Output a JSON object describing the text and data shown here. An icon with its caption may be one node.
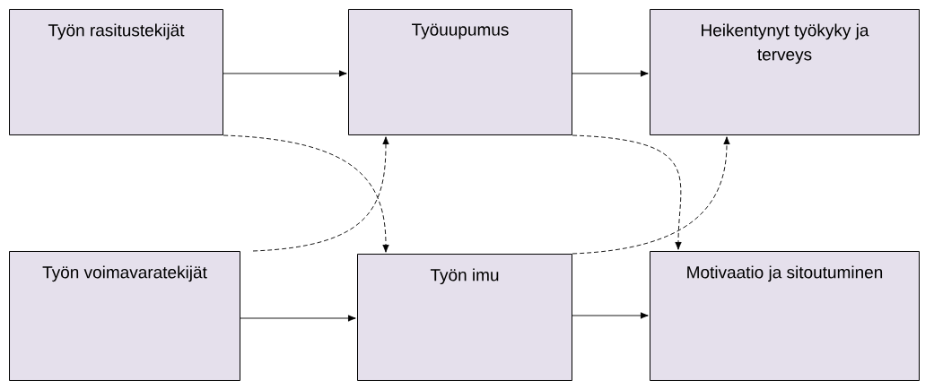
{
  "diagram": {
    "nodes": [
      {
        "text": [
          "Työn rasitustekijät"
        ]
      },
      {
        "text": [
          "Työuupumus"
        ]
      },
      {
        "text": [
          "Heikentynyt työkyky ja terveys"
        ]
      },
      {
        "text": [
          "Työn voimavaratekijät"
        ]
      },
      {
        "text": [
          "Työn imu"
        ]
      },
      {
        "text": [
          "Motivaatio ja sitoutuminen"
        ]
      }
    ],
    "edges": [
      {
        "from": 0,
        "to": 1,
        "arrow": "to"
      },
      {
        "from": 1,
        "to": 2,
        "arrow": "to"
      },
      {
        "from": 3,
        "to": 4,
        "arrow": "to"
      },
      {
        "from": 4,
        "to": 5,
        "arrow": "to"
      },
      {
        "from": 0,
        "to": 4,
        "arrow": "to",
        "style": "dashed"
      },
      {
        "from": 3,
        "to": 1,
        "arrow": "to",
        "style": "dashed"
      },
      {
        "from": 1,
        "to": 5,
        "arrow": "to",
        "style": "dashed"
      },
      {
        "from": 4,
        "to": 2,
        "arrow": "to",
        "style": "dashed"
      }
    ]
  }
}
